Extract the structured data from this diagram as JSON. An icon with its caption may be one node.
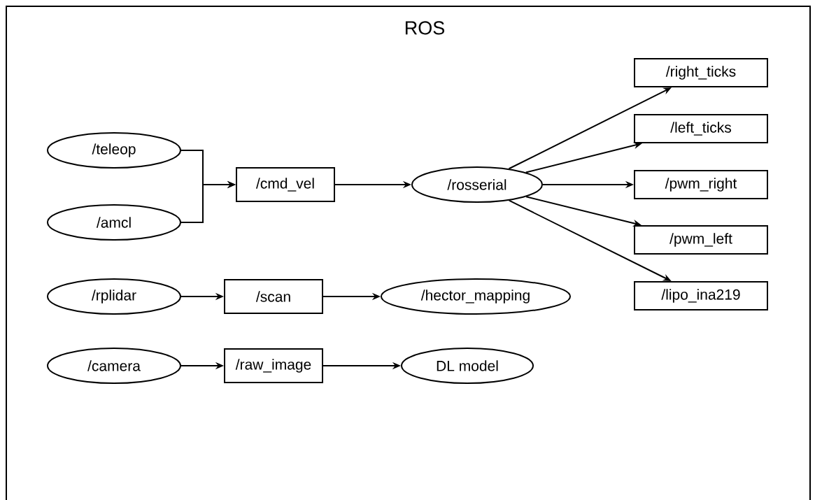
{
  "diagram": {
    "nodes": [
      {
        "text": [
          "ROS"
        ]
      },
      {
        "text": [
          "/teleop"
        ],
        "in": 0
      },
      {
        "text": [
          "/amcl"
        ],
        "in": 0
      },
      {
        "text": [
          "/cmd_vel"
        ],
        "in": 0
      },
      {
        "text": [
          "/rosserial"
        ],
        "in": 0
      },
      {
        "text": [
          "/right_ticks"
        ],
        "in": 0
      },
      {
        "text": [
          "/left_ticks"
        ],
        "in": 0
      },
      {
        "text": [
          "/pwm_right"
        ],
        "in": 0
      },
      {
        "text": [
          "/pwm_left"
        ],
        "in": 0
      },
      {
        "text": [
          "/lipo_ina219"
        ],
        "in": 0
      },
      {
        "text": [
          "/rplidar"
        ],
        "in": 0
      },
      {
        "text": [
          "/scan"
        ],
        "in": 0
      },
      {
        "text": [
          "/hector_mapping"
        ],
        "in": 0
      },
      {
        "text": [
          "/camera"
        ],
        "in": 0
      },
      {
        "text": [
          "/raw_image"
        ],
        "in": 0
      },
      {
        "text": [
          "DL model"
        ],
        "in": 0
      }
    ],
    "edges": [
      {
        "from": 1,
        "to": 3,
        "arrow": "to"
      },
      {
        "from": 2,
        "to": 3,
        "arrow": "to"
      },
      {
        "from": 3,
        "to": 4,
        "arrow": "to"
      },
      {
        "from": 4,
        "to": 5,
        "arrow": "to"
      },
      {
        "from": 4,
        "to": 6,
        "arrow": "to"
      },
      {
        "from": 4,
        "to": 7,
        "arrow": "to"
      },
      {
        "from": 4,
        "to": 8,
        "arrow": "to"
      },
      {
        "from": 4,
        "to": 9,
        "arrow": "to"
      },
      {
        "from": 10,
        "to": 11,
        "arrow": "to"
      },
      {
        "from": 11,
        "to": 12,
        "arrow": "to"
      },
      {
        "from": 13,
        "to": 14,
        "arrow": "to"
      },
      {
        "from": 14,
        "to": 15,
        "arrow": "to"
      }
    ]
  }
}
